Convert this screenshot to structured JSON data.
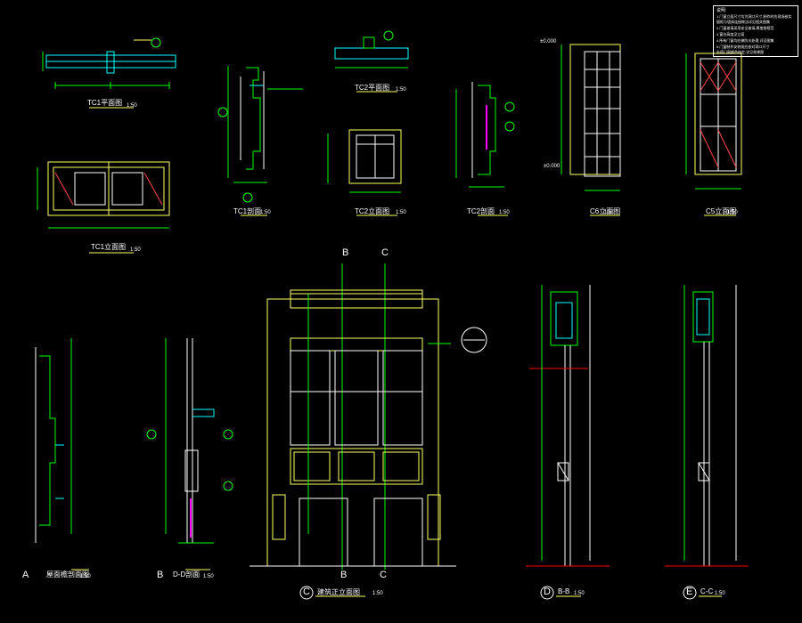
{
  "grid_letters": {
    "top_b": "B",
    "top_c": "C",
    "bottom_b": "B",
    "bottom_c": "C"
  },
  "callouts": [
    "A",
    "B",
    "C",
    "D",
    "E"
  ],
  "drawing_titles": {
    "tc1_plan": "TC1平面图",
    "tc1_elev": "TC1立面图",
    "tc1_sect": "TC1剖面",
    "tc2_plan": "TC2平面图",
    "tc2_elev": "TC2立面图",
    "tc2_sect": "TC2剖面",
    "c6_elev": "C6立面图",
    "c5_elev": "C5立面图",
    "a_sect": "屋面檐剖面图",
    "b_sect": "D-D剖面",
    "main_elev": "建筑正立面图",
    "d_sect": "B-B",
    "e_sect": "C-C"
  },
  "scale": "1:50",
  "elev_marks": {
    "top": "±0.000",
    "c6_bottom": "±0.000"
  },
  "notes": {
    "title": "说明",
    "lines": [
      "1.门窗立面尺寸均为洞口尺寸,制作时应现场核实",
      "  窗框与墙体连接做法详见相关图集",
      "2.门窗玻璃采用安全玻璃,厚度按规范",
      "3.窗台高度见立面",
      "4.所有门窗均应做防水处理,详见图集",
      "5.门窗制作安装前应核对洞口尺寸",
      "  外墙门窗颜色待定,详见效果图"
    ]
  },
  "colors": {
    "background": "#000000",
    "line_green": "#00ff00",
    "line_yellow": "#ffff66",
    "line_white": "#ffffff",
    "line_cyan": "#00ffff",
    "line_magenta": "#ff00ff",
    "line_red": "#ff0000"
  }
}
